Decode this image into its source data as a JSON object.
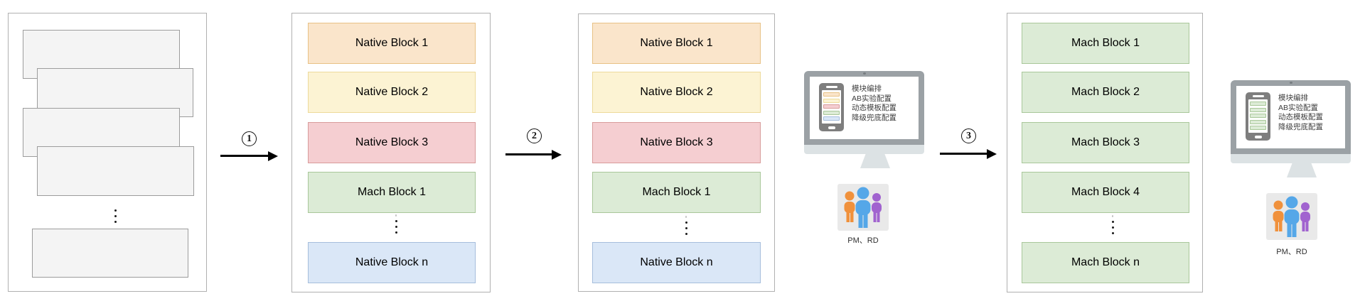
{
  "colors": {
    "orange": {
      "fill": "#FAE5CB",
      "border": "#E8C286"
    },
    "yellow": {
      "fill": "#FCF3D3",
      "border": "#EDDA9B"
    },
    "red": {
      "fill": "#F5CED1",
      "border": "#D89C9B"
    },
    "green": {
      "fill": "#DCEBD6",
      "border": "#A9C79A"
    },
    "blue": {
      "fill": "#DAE7F7",
      "border": "#A6BEDC"
    },
    "monitor_gray": {
      "fill": "#9BA1A5"
    },
    "monitor_light": {
      "fill": "#DCE2E4"
    },
    "phone_gray": {
      "fill": "#7E7E7E"
    },
    "person_orange": {
      "fill": "#F0913C"
    },
    "person_blue": {
      "fill": "#55A7E8"
    },
    "person_purple": {
      "fill": "#A163CF"
    }
  },
  "steps": [
    {
      "number": "1"
    },
    {
      "number": "2"
    },
    {
      "number": "3"
    }
  ],
  "panels": {
    "source": {
      "card_count": 5
    },
    "native1": {
      "blocks": [
        {
          "label": "Native Block 1",
          "color": "orange"
        },
        {
          "label": "Native Block 2",
          "color": "yellow"
        },
        {
          "label": "Native Block 3",
          "color": "red"
        },
        {
          "label": "Mach Block 1",
          "color": "green"
        },
        {
          "label": "Native Block n",
          "color": "blue"
        }
      ]
    },
    "native2": {
      "blocks": [
        {
          "label": "Native Block 1",
          "color": "orange"
        },
        {
          "label": "Native Block 2",
          "color": "yellow"
        },
        {
          "label": "Native Block 3",
          "color": "red"
        },
        {
          "label": "Mach Block 1",
          "color": "green"
        },
        {
          "label": "Native Block n",
          "color": "blue"
        }
      ]
    },
    "mach": {
      "blocks": [
        {
          "label": "Mach Block 1",
          "color": "green"
        },
        {
          "label": "Mach Block 2",
          "color": "green"
        },
        {
          "label": "Mach Block 3",
          "color": "green"
        },
        {
          "label": "Mach Block 4",
          "color": "green"
        },
        {
          "label": "Mach Block n",
          "color": "green"
        }
      ]
    }
  },
  "consoles": [
    {
      "features": [
        "模块编排",
        "AB实验配置",
        "动态模板配置",
        "降级兜底配置"
      ],
      "users_label": "PM、RD",
      "phone_bars": [
        "orange",
        "yellow",
        "red",
        "green",
        "blue"
      ]
    },
    {
      "features": [
        "模块编排",
        "AB实验配置",
        "动态模板配置",
        "降级兜底配置"
      ],
      "users_label": "PM、RD",
      "phone_bars": [
        "green",
        "green",
        "green",
        "green",
        "green"
      ]
    }
  ]
}
